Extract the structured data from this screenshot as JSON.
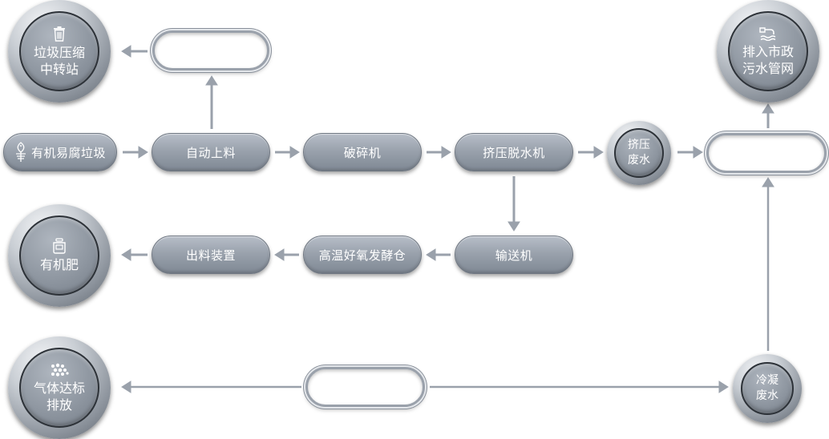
{
  "nodes": {
    "organic_waste": "有机易腐垃圾",
    "auto_feed": "自动上料",
    "crusher": "破碎机",
    "press_dewater": "挤压脱水机",
    "press_wastewater": [
      "挤压",
      "废水"
    ],
    "conveyor": "输送机",
    "aerobic_tank": "高温好氧发酵仓",
    "discharge_device": "出料装置",
    "transfer_station": [
      "垃圾压缩",
      "中转站"
    ],
    "organic_fertilizer": [
      "有机肥"
    ],
    "gas_discharge": [
      "气体达标",
      "排放"
    ],
    "condensed_wastewater": [
      "冷凝",
      "废水"
    ],
    "municipal_sewer": [
      "排入市政",
      "污水管网"
    ]
  },
  "icons": {
    "organic_waste": "fish-bone-icon",
    "transfer_station": "trash-can-icon",
    "organic_fertilizer": "fertilizer-pot-icon",
    "gas_discharge": "gas-particles-icon",
    "municipal_sewer": "sewer-icon"
  },
  "colors": {
    "pill_top": "#b7bec8",
    "pill_bottom": "#7f8894",
    "arrow": "#9aa1ab",
    "text": "#ffffff"
  }
}
